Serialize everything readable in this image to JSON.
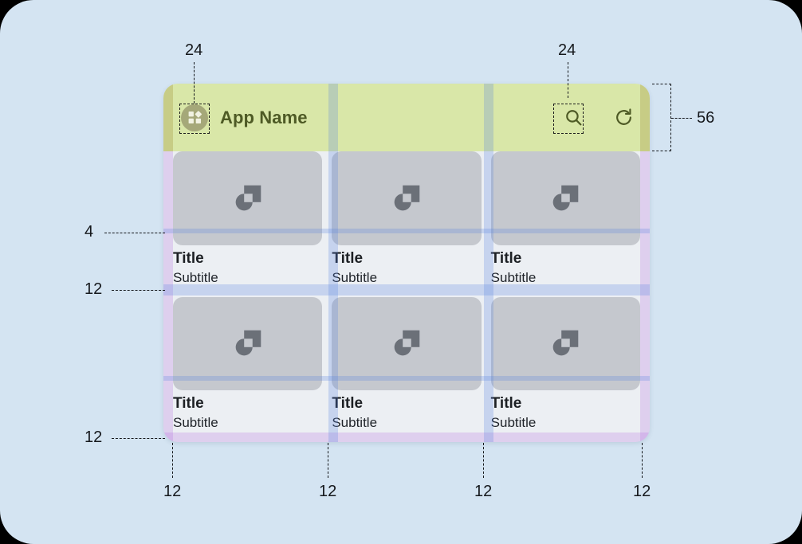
{
  "canvas": {
    "background_color": "#d4e4f2",
    "corner_radius": "42px"
  },
  "mock": {
    "appbar": {
      "menu_icon": "apps-grid-icon",
      "title": "App Name",
      "actions": [
        {
          "icon": "search-icon",
          "name": "search"
        },
        {
          "icon": "refresh-icon",
          "name": "refresh"
        }
      ],
      "height_spec": "56",
      "background_color": "#d9e7a8",
      "text_color": "#4e5a25"
    },
    "grid": {
      "columns": 3,
      "rows": 2,
      "cards": [
        {
          "title": "Title",
          "subtitle": "Subtitle",
          "media_icon": "image-placeholder-icon"
        },
        {
          "title": "Title",
          "subtitle": "Subtitle",
          "media_icon": "image-placeholder-icon"
        },
        {
          "title": "Title",
          "subtitle": "Subtitle",
          "media_icon": "image-placeholder-icon"
        },
        {
          "title": "Title",
          "subtitle": "Subtitle",
          "media_icon": "image-placeholder-icon"
        },
        {
          "title": "Title",
          "subtitle": "Subtitle",
          "media_icon": "image-placeholder-icon"
        },
        {
          "title": "Title",
          "subtitle": "Subtitle",
          "media_icon": "image-placeholder-icon"
        }
      ],
      "media_color": "#c5c8ce",
      "surface_color": "#eceff3"
    }
  },
  "annotations": {
    "top_left_menu_touch_target": "24",
    "top_right_search_touch_target": "24",
    "appbar_height": "56",
    "title_top_spacing": "4",
    "row_gap": "12",
    "bottom_padding": "12",
    "bottom_gutters": [
      "12",
      "12",
      "12",
      "12"
    ]
  },
  "overlay_colors": {
    "padding_purple": "rgba(175, 97, 221, .22)",
    "gutter_blue": "rgba(88, 130, 226, .26)",
    "appbar_overlap_khaki": "rgba(150, 132, 40, .27)"
  }
}
